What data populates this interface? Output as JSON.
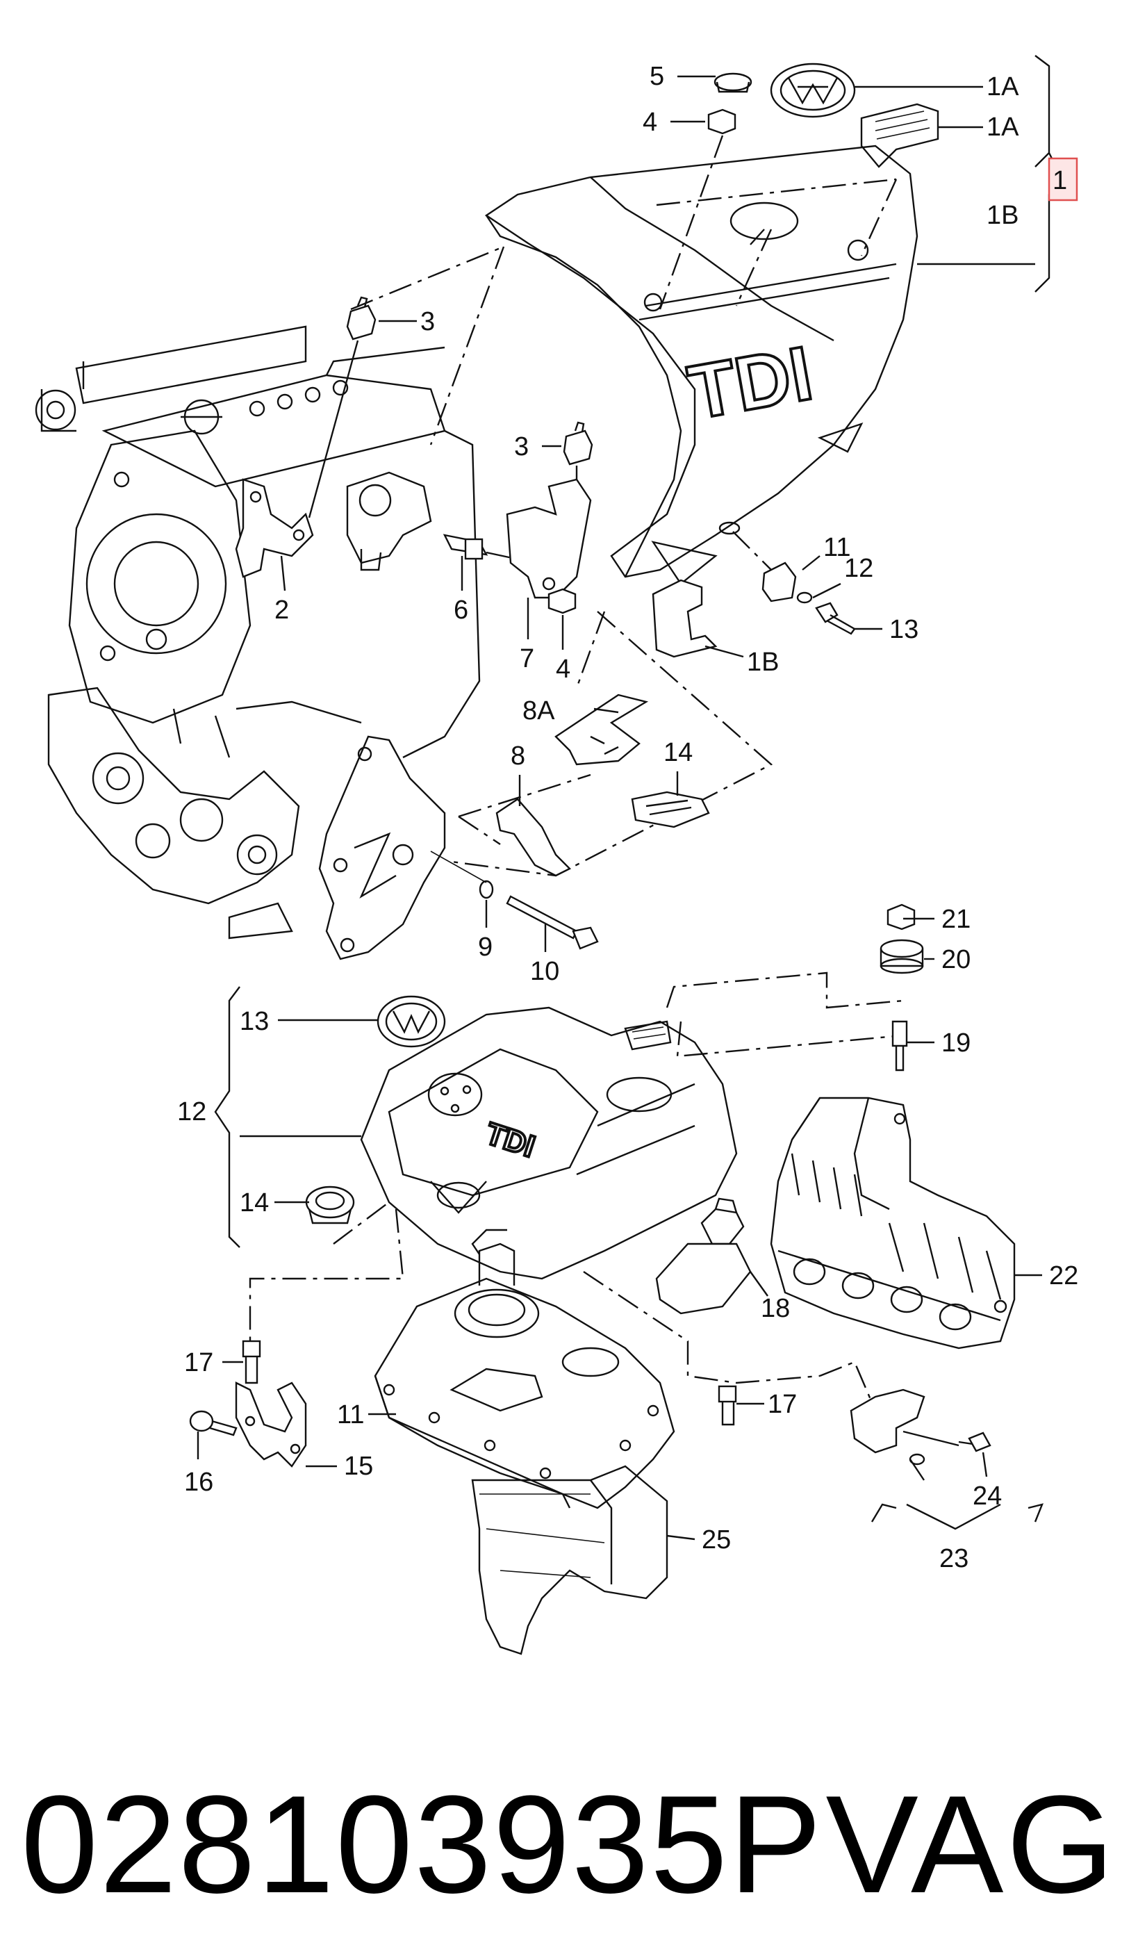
{
  "diagram": {
    "callouts": [
      {
        "id": "c-5",
        "text": "5"
      },
      {
        "id": "c-1a-top",
        "text": "1A"
      },
      {
        "id": "c-4-top",
        "text": "4"
      },
      {
        "id": "c-1a-mid",
        "text": "1A"
      },
      {
        "id": "c-1",
        "text": "1"
      },
      {
        "id": "c-1b-right",
        "text": "1B"
      },
      {
        "id": "c-3-left",
        "text": "3"
      },
      {
        "id": "c-3-mid",
        "text": "3"
      },
      {
        "id": "c-11-top",
        "text": "11"
      },
      {
        "id": "c-12-top",
        "text": "12"
      },
      {
        "id": "c-13-top",
        "text": "13"
      },
      {
        "id": "c-2",
        "text": "2"
      },
      {
        "id": "c-6",
        "text": "6"
      },
      {
        "id": "c-7",
        "text": "7"
      },
      {
        "id": "c-4-mid",
        "text": "4"
      },
      {
        "id": "c-1b-low",
        "text": "1B"
      },
      {
        "id": "c-8a",
        "text": "8A"
      },
      {
        "id": "c-8",
        "text": "8"
      },
      {
        "id": "c-14-top",
        "text": "14"
      },
      {
        "id": "c-9",
        "text": "9"
      },
      {
        "id": "c-10",
        "text": "10"
      },
      {
        "id": "c-21",
        "text": "21"
      },
      {
        "id": "c-20",
        "text": "20"
      },
      {
        "id": "c-13-low",
        "text": "13"
      },
      {
        "id": "c-19",
        "text": "19"
      },
      {
        "id": "c-12-low",
        "text": "12"
      },
      {
        "id": "c-14-low",
        "text": "14"
      },
      {
        "id": "c-22",
        "text": "22"
      },
      {
        "id": "c-18",
        "text": "18"
      },
      {
        "id": "c-17-left",
        "text": "17"
      },
      {
        "id": "c-17-right",
        "text": "17"
      },
      {
        "id": "c-11-low",
        "text": "11"
      },
      {
        "id": "c-16",
        "text": "16"
      },
      {
        "id": "c-15",
        "text": "15"
      },
      {
        "id": "c-24",
        "text": "24"
      },
      {
        "id": "c-25",
        "text": "25"
      },
      {
        "id": "c-23",
        "text": "23"
      }
    ],
    "cover_text_top": "TDI",
    "cover_text_low": "TDI",
    "highlight_color": "#e05050"
  },
  "footer": {
    "part_number": "028103935P",
    "brand": "VAG"
  }
}
